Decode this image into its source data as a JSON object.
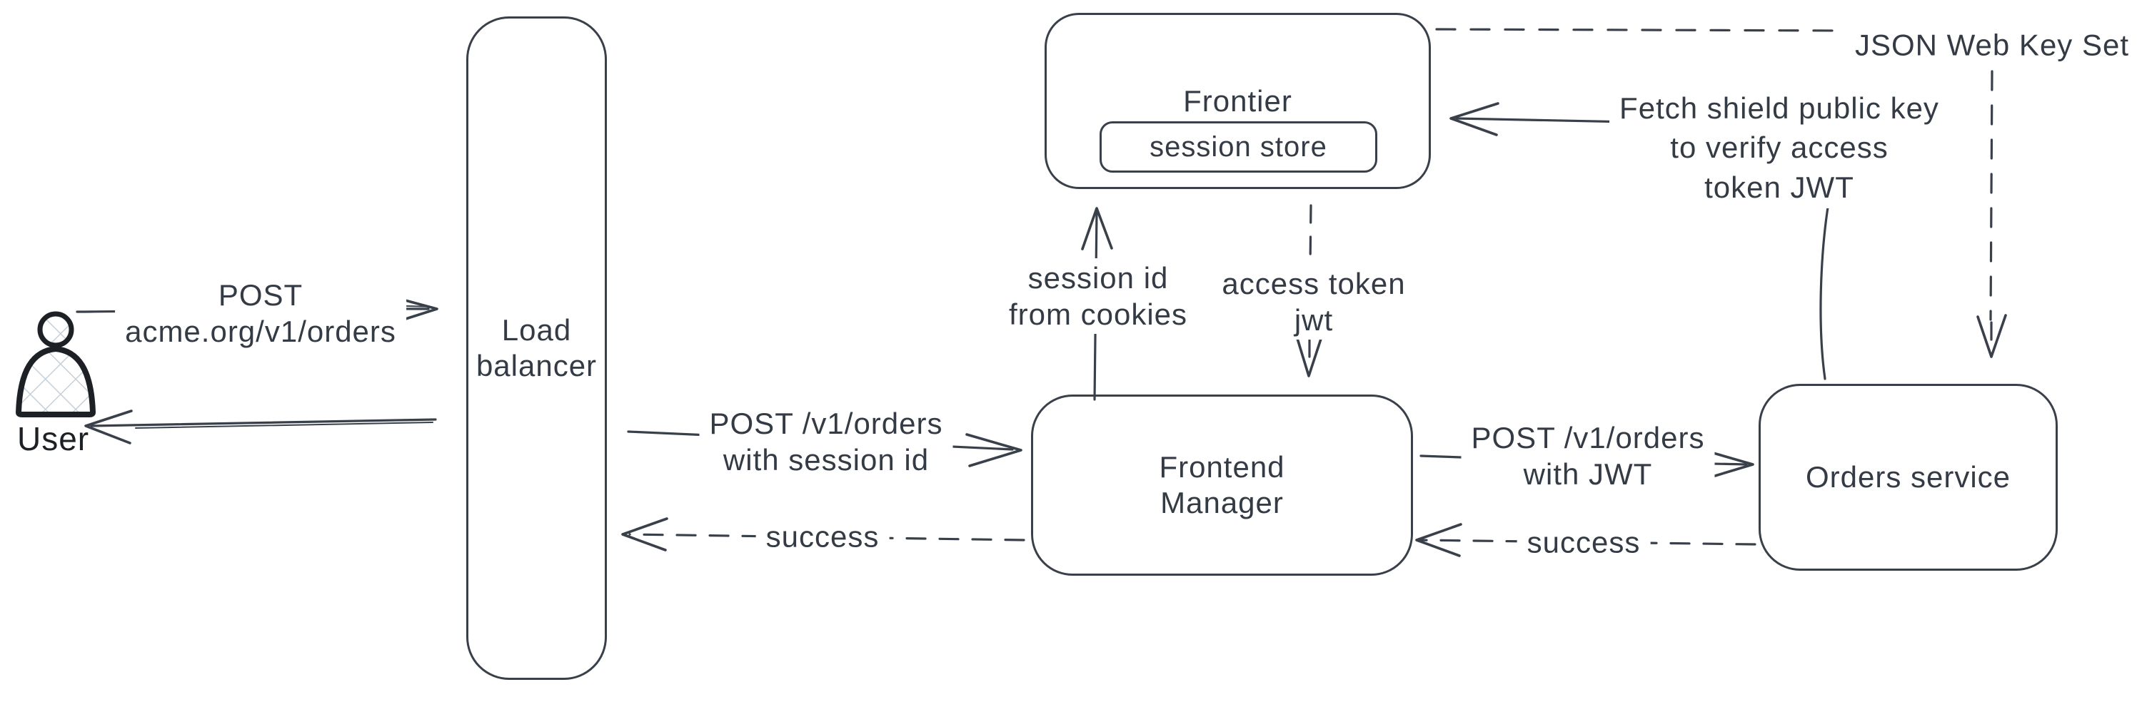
{
  "diagram": {
    "title_hint": "Session to JWT exchange architecture sketch",
    "colors": {
      "background": "#ffffff",
      "stroke": "#39404a",
      "text": "#343b45",
      "user_icon_stroke": "#1d2126",
      "user_icon_hatch": "#c6d0d9"
    },
    "nodes": {
      "user": {
        "label": "User",
        "icon": "person-icon"
      },
      "load_balancer": {
        "line1": "Load",
        "line2": "balancer"
      },
      "frontier": {
        "label": "Frontier"
      },
      "session_store": {
        "label": "session store"
      },
      "frontend_manager": {
        "line1": "Frontend",
        "line2": "Manager"
      },
      "orders_service": {
        "label": "Orders service"
      }
    },
    "edges": {
      "user_to_lb": {
        "line1": "POST",
        "line2": "acme.org/v1/orders",
        "style": "solid",
        "direction": "right"
      },
      "lb_to_user": {
        "style": "solid",
        "direction": "left"
      },
      "lb_to_fm": {
        "line1": "POST /v1/orders",
        "line2": "with session id",
        "style": "solid",
        "direction": "right"
      },
      "fm_to_lb_success": {
        "label": "success",
        "style": "dashed",
        "direction": "left"
      },
      "fm_to_frontier": {
        "line1": "session id",
        "line2": "from cookies",
        "style": "solid",
        "direction": "up"
      },
      "frontier_to_fm": {
        "line1": "access token",
        "line2": "jwt",
        "style": "dashed",
        "direction": "down"
      },
      "fm_to_orders": {
        "line1": "POST /v1/orders",
        "line2": "with JWT",
        "style": "solid",
        "direction": "right"
      },
      "orders_to_fm_success": {
        "label": "success",
        "style": "dashed",
        "direction": "left"
      },
      "fetch_public_key": {
        "line1": "Fetch shield public key",
        "line2": "to verify access",
        "line3": "token JWT",
        "style": "solid",
        "direction": "left"
      },
      "jwks": {
        "label": "JSON Web Key Set",
        "style": "dashed"
      },
      "jwks_to_orders": {
        "style": "dashed",
        "direction": "down"
      }
    }
  }
}
